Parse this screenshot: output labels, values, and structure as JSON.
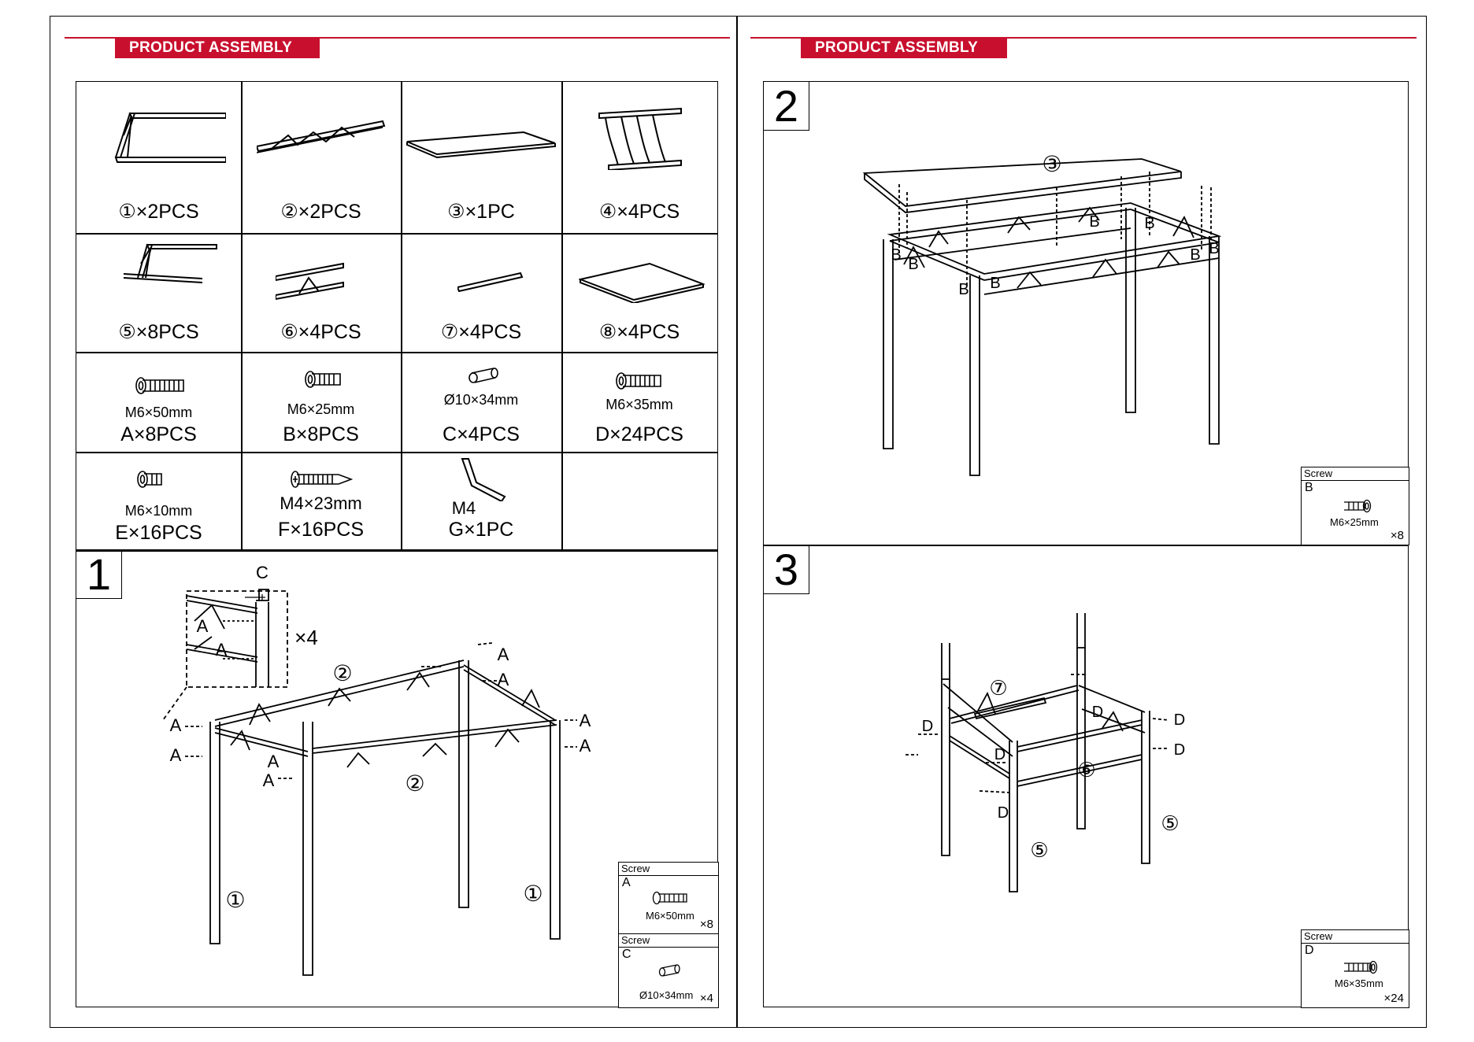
{
  "header": {
    "left_title": "PRODUCT ASSEMBLY",
    "right_title": "PRODUCT ASSEMBLY"
  },
  "parts": [
    {
      "label": "①×2PCS"
    },
    {
      "label": "②×2PCS"
    },
    {
      "label": "③×1PC"
    },
    {
      "label": "④×4PCS"
    },
    {
      "label": "⑤×8PCS"
    },
    {
      "label": "⑥×4PCS"
    },
    {
      "label": "⑦×4PCS"
    },
    {
      "label": "⑧×4PCS"
    }
  ],
  "hardware": [
    {
      "size": "M6×50mm",
      "label": "A×8PCS"
    },
    {
      "size": "M6×25mm",
      "label": "B×8PCS"
    },
    {
      "size": "Ø10×34mm",
      "label": "C×4PCS"
    },
    {
      "size": "M6×35mm",
      "label": "D×24PCS"
    },
    {
      "size": "M6×10mm",
      "label": "E×16PCS"
    },
    {
      "size": "M4×23mm",
      "label": "F×16PCS"
    },
    {
      "size": "M4",
      "label": "G×1PC"
    }
  ],
  "step1": {
    "number": "1",
    "callouts": {
      "c": "C",
      "a": "A",
      "x4": "×4",
      "p1": "①",
      "p2": "②"
    },
    "screw_a": {
      "header": "Screw",
      "letter": "A",
      "size": "M6×50mm",
      "qty": "×8"
    },
    "screw_c": {
      "header": "Screw",
      "letter": "C",
      "size": "Ø10×34mm",
      "qty": "×4"
    }
  },
  "step2": {
    "number": "2",
    "callouts": {
      "b": "B",
      "p3": "③"
    },
    "screw": {
      "header": "Screw",
      "letter": "B",
      "size": "M6×25mm",
      "qty": "×8"
    }
  },
  "step3": {
    "number": "3",
    "callouts": {
      "d": "D",
      "p5": "⑤",
      "p6": "⑥",
      "p7": "⑦"
    },
    "screw": {
      "header": "Screw",
      "letter": "D",
      "size": "M6×35mm",
      "qty": "×24"
    }
  }
}
